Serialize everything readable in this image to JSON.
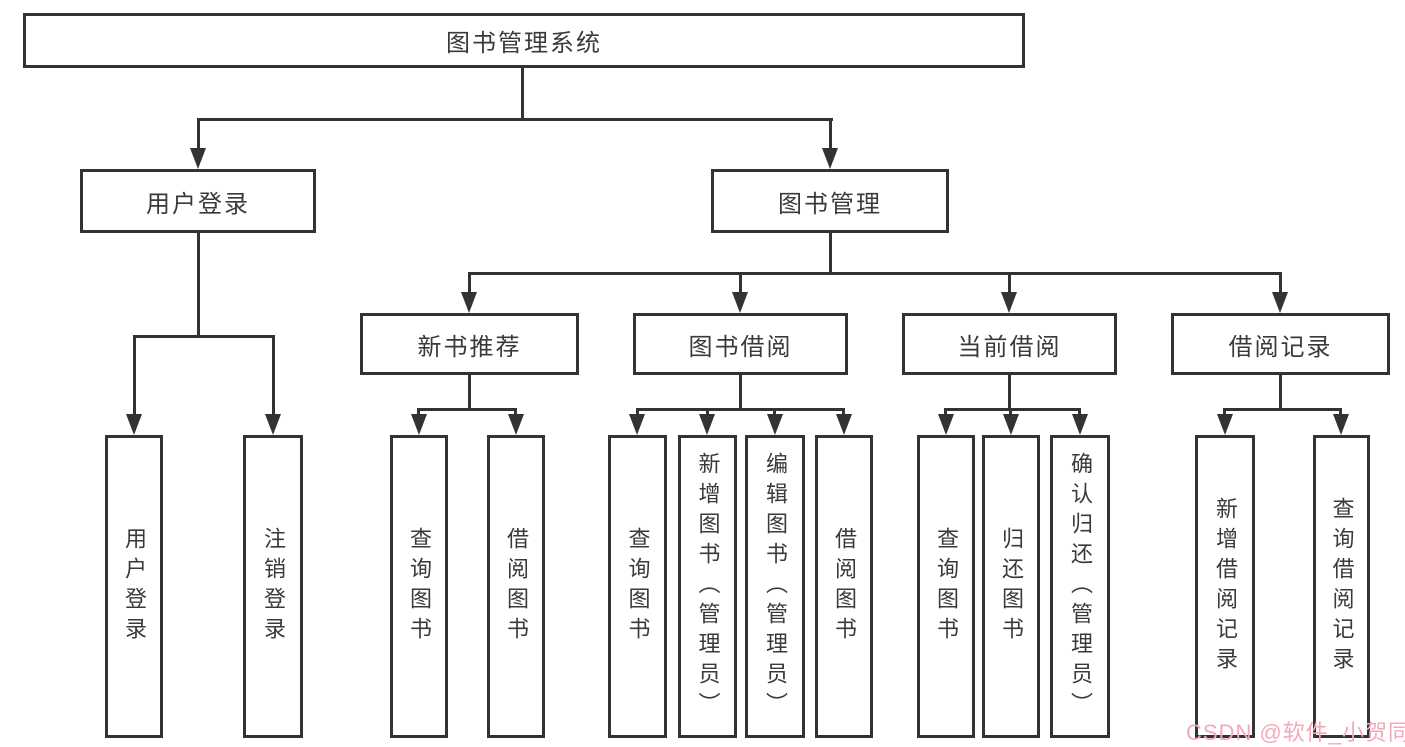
{
  "tree": {
    "label": "图书管理系统",
    "children": [
      {
        "label": "用户登录",
        "children": [
          {
            "label": "用户登录"
          },
          {
            "label": "注销登录"
          }
        ]
      },
      {
        "label": "图书管理",
        "children": [
          {
            "label": "新书推荐",
            "children": [
              {
                "label": "查询图书"
              },
              {
                "label": "借阅图书"
              }
            ]
          },
          {
            "label": "图书借阅",
            "children": [
              {
                "label": "查询图书"
              },
              {
                "label": "新增图书（管理员）"
              },
              {
                "label": "编辑图书（管理员）"
              },
              {
                "label": "借阅图书"
              }
            ]
          },
          {
            "label": "当前借阅",
            "children": [
              {
                "label": "查询图书"
              },
              {
                "label": "归还图书"
              },
              {
                "label": "确认归还（管理员）"
              }
            ]
          },
          {
            "label": "借阅记录",
            "children": [
              {
                "label": "新增借阅记录"
              },
              {
                "label": "查询借阅记录"
              }
            ]
          }
        ]
      }
    ]
  },
  "watermark": {
    "text": "CSDN @软件_小贺同学"
  },
  "colors": {
    "line": "#333333",
    "box_border": "#333333",
    "text": "#3a3a3a",
    "watermark": "#f3a9ba",
    "background": "#ffffff"
  }
}
